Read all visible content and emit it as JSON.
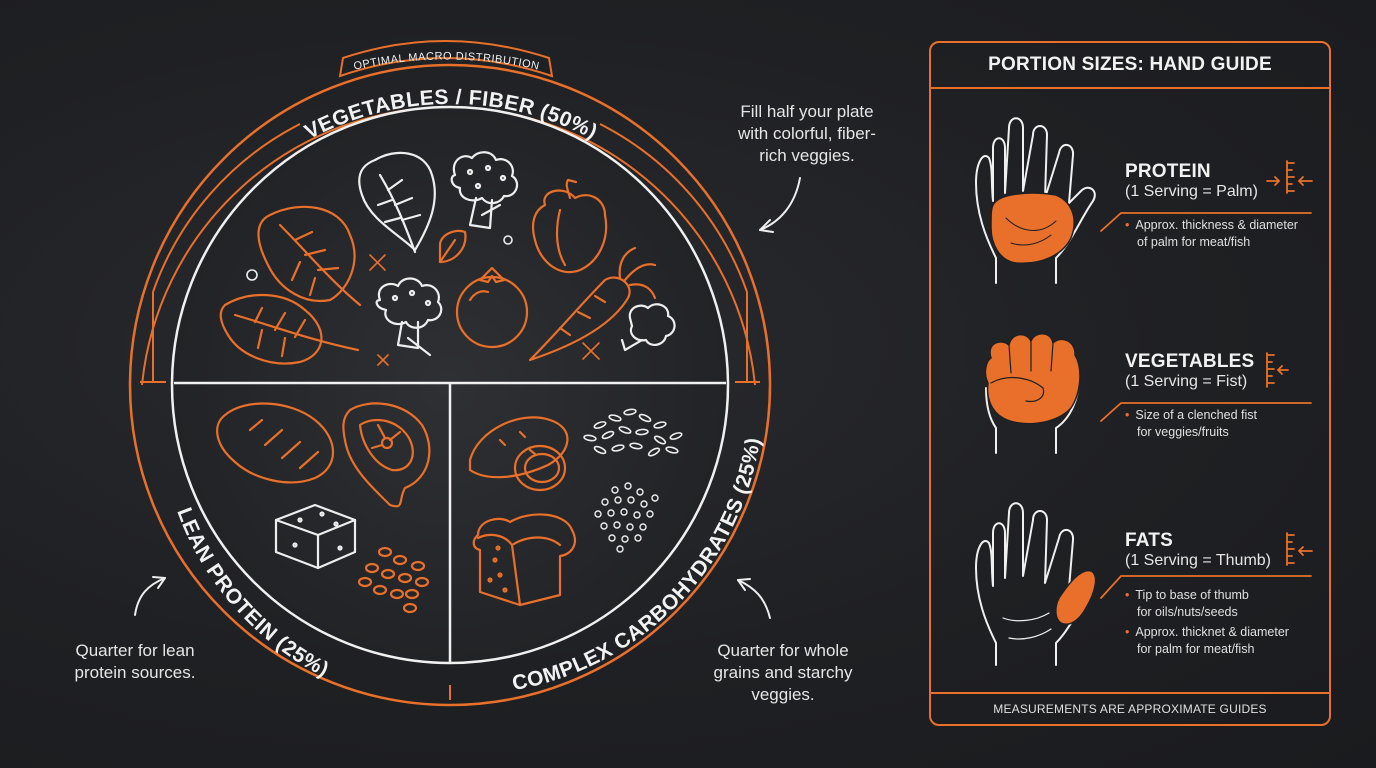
{
  "plate": {
    "badge": "OPTIMAL MACRO DISTRIBUTION",
    "vegetables_label": "VEGETABLES / FIBER (50%)",
    "protein_label": "LEAN PROTEIN (25%)",
    "carbs_label": "COMPLEX CARBOHYDRATES (25%)"
  },
  "notes": {
    "vegetables": [
      "Fill half your plate",
      "with colorful, fiber-",
      "rich veggies."
    ],
    "protein": [
      "Quarter for lean",
      "protein sources."
    ],
    "carbs": [
      "Quarter for whole",
      "grains and starchy",
      "veggies."
    ]
  },
  "panel": {
    "title": "PORTION SIZES: HAND GUIDE",
    "footer": "MEASUREMENTS ARE APPROXIMATE GUIDES",
    "rows": [
      {
        "title": "PROTEIN",
        "subtitle": "(1 Serving = Palm)",
        "bullets": [
          [
            "Approx. thickness & diameter",
            "of palm for meat/fish"
          ]
        ]
      },
      {
        "title": "VEGETABLES",
        "subtitle": "(1 Serving = Fist)",
        "bullets": [
          [
            "Size of a clenched fist",
            "for veggies/fruits"
          ]
        ]
      },
      {
        "title": "FATS",
        "subtitle": "(1 Serving = Thumb)",
        "bullets": [
          [
            "Tip to base of thumb",
            "for oils/nuts/seeds"
          ],
          [
            "Approx. thicknet & diameter",
            "for palm for meat/fish"
          ]
        ]
      }
    ]
  },
  "colors": {
    "accent": "#e8702a",
    "background": "#1f2023",
    "line": "#f0f0f0"
  },
  "icons": [
    "spinach-leaf-icon",
    "kale-icon",
    "broccoli-icon",
    "bell-pepper-icon",
    "tomato-icon",
    "carrot-icon",
    "chicken-breast-icon",
    "salmon-steak-icon",
    "tofu-icon",
    "beans-icon",
    "sweet-potato-icon",
    "rice-grains-icon",
    "quinoa-icon",
    "bread-loaf-icon",
    "palm-hand-icon",
    "fist-icon",
    "thumb-hand-icon",
    "ruler-icon"
  ]
}
